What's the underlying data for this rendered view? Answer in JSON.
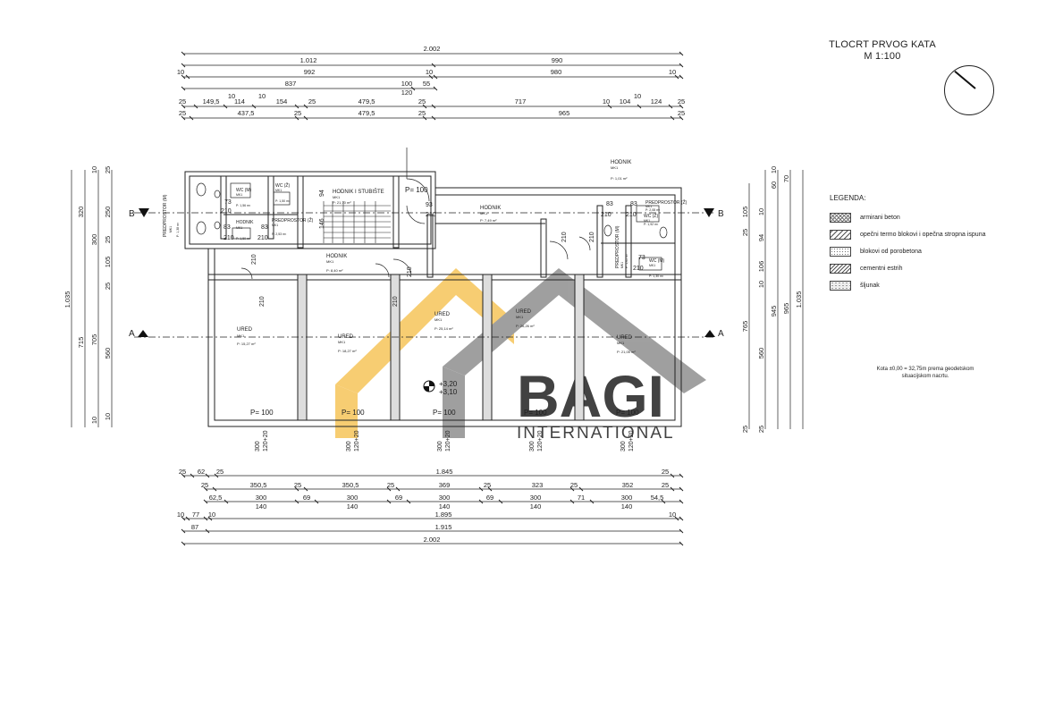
{
  "title": {
    "line1": "TLOCRT PRVOG KATA",
    "line2": "M 1:100"
  },
  "legend": {
    "title": "LEGENDA:",
    "items": [
      {
        "label": "armirani beton",
        "pattern": "crosshatch"
      },
      {
        "label": "opečni termo blokovi i opečna stropna ispuna",
        "pattern": "hatch"
      },
      {
        "label": "blokovi od porobetona",
        "pattern": "dots"
      },
      {
        "label": "cementni estrih",
        "pattern": "dense-hatch"
      },
      {
        "label": "šljunak",
        "pattern": "gravel"
      }
    ]
  },
  "note": {
    "line1": "Kota ±0,00 = 32,75m prema geodetskom",
    "line2": "situacijskom nacrtu."
  },
  "sections": {
    "a": "A",
    "b": "B"
  },
  "levels": {
    "upper": "+3,20",
    "lower": "+3,10"
  },
  "watermark": {
    "brand": "BAGI",
    "tagline": "INTERNATIONAL"
  },
  "colors": {
    "line": "#222222",
    "watermark_yellow": "#f6c55a",
    "watermark_gray": "#8f8f8f",
    "watermark_blue": "#8f98c9",
    "watermark_tag": "#f2cf86"
  },
  "rooms": [
    {
      "name": "HODNIK I STUBIŠTE",
      "area": "P: 21,70 m²"
    },
    {
      "name": "HODNIK",
      "area": "P: 1,01 m²"
    },
    {
      "name": "HODNIK",
      "area": "P: 7,49 m²"
    },
    {
      "name": "HODNIK",
      "area": "P: 8,40 m²"
    },
    {
      "name": "HODNIK",
      "area": "P: 1,50 m²"
    },
    {
      "name": "WC (M)",
      "area": "P: 1,56 m²"
    },
    {
      "name": "WC (Ž)",
      "area": "P: 1,50 m²"
    },
    {
      "name": "WC (Ž)",
      "area": "P: 1,92 m²"
    },
    {
      "name": "WC (M)",
      "area": "P: 1,30 m²"
    },
    {
      "name": "PREDPROSTOR (M)",
      "area": "P: 1,38 m²"
    },
    {
      "name": "PREDPROSTOR (Ž)",
      "area": "P: 2,53 m²"
    },
    {
      "name": "PREDPROSTOR (Ž)",
      "area": "P: 2,08 m²"
    },
    {
      "name": "PREDPROSTOR (M)",
      "area": "P: 1,65 m²"
    },
    {
      "name": "URED",
      "area": "P: 15,27 m²"
    },
    {
      "name": "URED",
      "area": "P: 18,27 m²"
    },
    {
      "name": "URED",
      "area": "P: 25,14 m²"
    },
    {
      "name": "URED",
      "area": "P: 26,26 m²"
    },
    {
      "name": "URED",
      "area": "P: 21,05 m²"
    }
  ],
  "room_tag": "MK1",
  "room_label_floor": "P= 100",
  "openings": [
    {
      "label": "P= 100"
    },
    {
      "label": "P= 100"
    },
    {
      "label": "P= 100"
    },
    {
      "label": "P= 100"
    },
    {
      "label": "P= 100"
    },
    {
      "label": "P= 100"
    }
  ],
  "window_labels": [
    "300",
    "120+20"
  ],
  "door_labels": [
    "210",
    "93",
    "83",
    "73",
    "94",
    "146"
  ],
  "top_dims": [
    [
      "2.002"
    ],
    [
      "1.012",
      "990"
    ],
    [
      "10",
      "992",
      "10",
      "980",
      "10"
    ],
    [
      "837",
      "100",
      "55",
      "120"
    ],
    [
      "10",
      "10",
      "10",
      "10"
    ],
    [
      "25",
      "149,5",
      "114",
      "154",
      "25",
      "479,5",
      "25",
      "717",
      "10",
      "104",
      "124",
      "25"
    ],
    [
      "25",
      "437,5",
      "25",
      "479,5",
      "25",
      "965",
      "25"
    ]
  ],
  "bottom_dims": [
    [
      "25",
      "62",
      "25",
      "1.845",
      "25"
    ],
    [
      "25",
      "350,5",
      "25",
      "350,5",
      "25",
      "369",
      "25",
      "323",
      "25",
      "352",
      "25"
    ],
    [
      "62,5",
      "300",
      "69",
      "300",
      "69",
      "300",
      "69",
      "300",
      "71",
      "300",
      "54,5"
    ],
    [
      "140",
      "140",
      "140",
      "140",
      "140"
    ],
    [
      "10",
      "77",
      "10",
      "1.895",
      "10"
    ],
    [
      "87",
      "1.915"
    ],
    [
      "2.002"
    ]
  ],
  "left_dims": [
    "1.035",
    "715",
    "320",
    "300",
    "250",
    "25",
    "705",
    "105",
    "25",
    "560",
    "10",
    "10",
    "25",
    "10"
  ],
  "right_dims": [
    "1.035",
    "965",
    "945",
    "765",
    "560",
    "105",
    "10",
    "25",
    "94",
    "106",
    "10",
    "25",
    "10",
    "60",
    "70",
    "25"
  ]
}
